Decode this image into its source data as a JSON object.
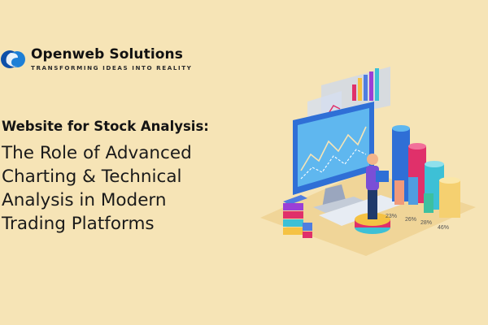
{
  "brand": {
    "name": "Openweb Solutions",
    "tagline": "TRANSFORMING IDEAS INTO REALITY",
    "colors": {
      "primary": "#1d7fd6",
      "dark": "#0e4fa8"
    }
  },
  "headline": {
    "subtitle": "Website for Stock Analysis:",
    "title_lines": [
      "The Role of Advanced",
      "Charting & Technical",
      "Analysis in Modern",
      "Trading Platforms"
    ]
  },
  "illustration": {
    "bar_labels": [
      "23%",
      "26%",
      "28%",
      "46%"
    ],
    "icons": [
      "monitor-icon",
      "chart-icon",
      "person-icon",
      "cylinder-bar-icon"
    ]
  }
}
